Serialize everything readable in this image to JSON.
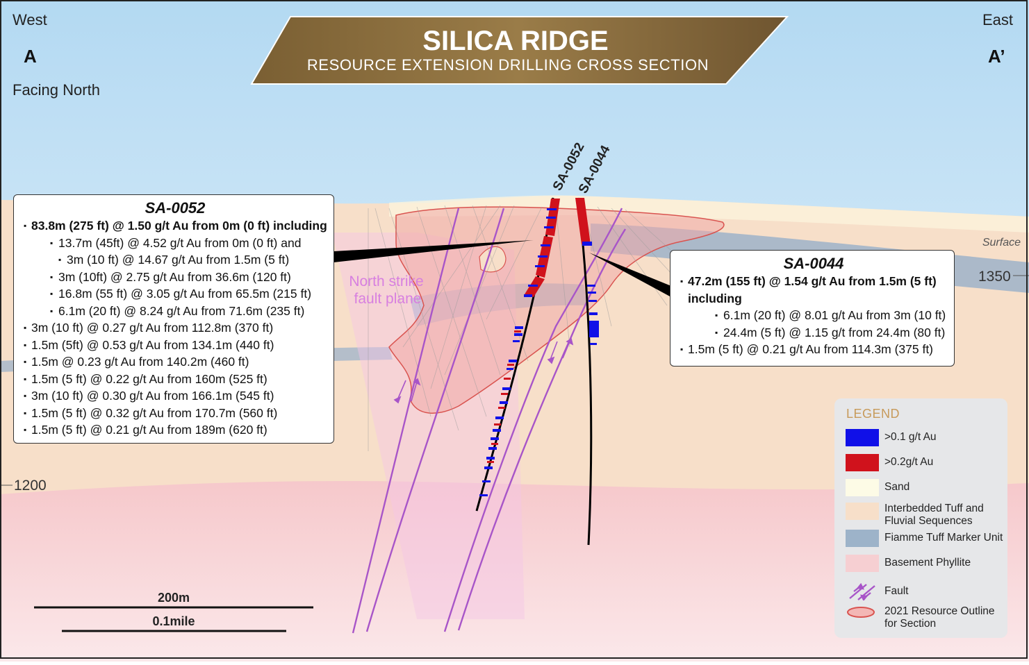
{
  "title": {
    "main": "SILICA RIDGE",
    "subtitle": "RESOURCE EXTENSION DRILLING CROSS SECTION"
  },
  "orientation": {
    "west": "West",
    "east": "East",
    "a": "A",
    "a_prime": "A’",
    "facing": "Facing North"
  },
  "labels": {
    "surface": "Surface",
    "elev_1350": "1350",
    "elev_1200": "1200",
    "fault_plane": [
      "North strike",
      "fault plane"
    ],
    "hole_sa0052": "SA-0052",
    "hole_sa0044": "SA-0044"
  },
  "scale_bar": {
    "metric": "200m",
    "imperial": "0.1mile"
  },
  "callout_sa0052": {
    "title": "SA-0052",
    "lines": [
      {
        "text": "83.8m (275 ft) @ 1.50 g/t Au from 0m (0 ft) including",
        "level": 0,
        "bold": true
      },
      {
        "text": "13.7m (45ft) @ 4.52 g/t Au from 0m (0 ft) and",
        "level": 1,
        "bold": false
      },
      {
        "text": "3m (10 ft) @ 14.67 g/t Au from 1.5m (5 ft)",
        "level": 2,
        "bold": false
      },
      {
        "text": "3m (10ft) @ 2.75 g/t Au from 36.6m (120 ft)",
        "level": 1,
        "bold": false
      },
      {
        "text": "16.8m (55 ft) @ 3.05 g/t Au from 65.5m (215 ft)",
        "level": 1,
        "bold": false
      },
      {
        "text": "6.1m (20 ft) @ 8.24 g/t Au from 71.6m (235 ft)",
        "level": 1,
        "bold": false
      },
      {
        "text": "3m (10 ft) @ 0.27 g/t Au from 112.8m (370 ft)",
        "level": 0,
        "bold": false
      },
      {
        "text": "1.5m (5ft) @ 0.53 g/t Au from 134.1m (440 ft)",
        "level": 0,
        "bold": false
      },
      {
        "text": "1.5m @ 0.23 g/t Au from 140.2m (460 ft)",
        "level": 0,
        "bold": false
      },
      {
        "text": "1.5m (5 ft) @ 0.22 g/t Au from 160m (525 ft)",
        "level": 0,
        "bold": false
      },
      {
        "text": "3m (10 ft) @ 0.30 g/t Au from 166.1m (545 ft)",
        "level": 0,
        "bold": false
      },
      {
        "text": "1.5m (5 ft) @ 0.32 g/t Au from 170.7m (560 ft)",
        "level": 0,
        "bold": false
      },
      {
        "text": "1.5m (5 ft) @ 0.21 g/t Au from 189m (620 ft)",
        "level": 0,
        "bold": false
      }
    ]
  },
  "callout_sa0044": {
    "title": "SA-0044",
    "lines": [
      {
        "text": "47.2m (155 ft) @ 1.54 g/t Au from 1.5m (5 ft)",
        "level": 0,
        "bold": true
      },
      {
        "text": "including",
        "level": 0,
        "bold": true,
        "nobullet": true
      },
      {
        "text": "6.1m (20 ft) @ 8.01 g/t Au from 3m (10 ft)",
        "level": 2,
        "bold": false
      },
      {
        "text": "24.4m (5 ft) @ 1.15 g/t from 24.4m (80 ft)",
        "level": 2,
        "bold": false
      },
      {
        "text": "1.5m (5 ft) @ 0.21 g/t Au from 114.3m (375 ft)",
        "level": 0,
        "bold": false
      }
    ]
  },
  "legend": {
    "title": "LEGEND",
    "items": [
      {
        "label": ">0.1 g/t Au",
        "color": "#1010e8"
      },
      {
        "label": ">0.2g/t Au",
        "color": "#d0121c"
      },
      {
        "label": "Sand",
        "color": "#fdfbe6"
      },
      {
        "label": "Interbedded Tuff and Fluvial Sequences",
        "color": "#f7dfc9"
      },
      {
        "label": "Fiamme Tuff Marker Unit",
        "color": "#9db3c9"
      },
      {
        "label": "Basement Phyllite",
        "color": "#f6cfd2"
      },
      {
        "label": "Fault",
        "color": "#a855c8"
      },
      {
        "label": "2021 Resource Outline for Section",
        "color": "#d9534f"
      }
    ]
  },
  "colors": {
    "sky_top": "#b3d9f2",
    "sky_bottom": "#f3f9fd",
    "title_banner": "#8a6d3b",
    "resource_outline": "#d9534f",
    "fault": "#a855c8",
    "fault_label": "#d77fe0"
  }
}
